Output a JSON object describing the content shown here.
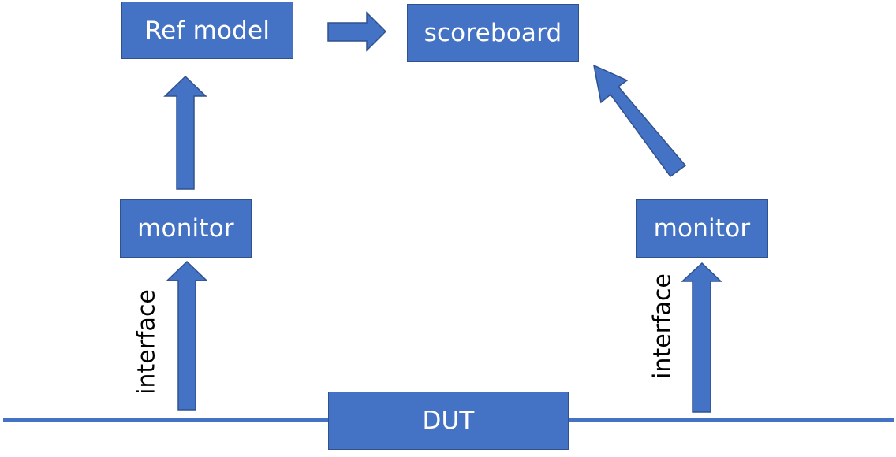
{
  "nodes": {
    "ref_model": "Ref model",
    "scoreboard": "scoreboard",
    "monitor_left": "monitor",
    "monitor_right": "monitor",
    "dut": "DUT"
  },
  "edge_labels": {
    "left_interface": "interface",
    "right_interface": "interface"
  },
  "colors": {
    "box_fill": "#4472c4",
    "box_border": "#2f528f",
    "box_text": "#ffffff",
    "line": "#4472c4"
  }
}
